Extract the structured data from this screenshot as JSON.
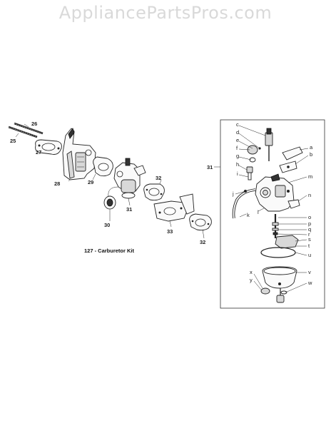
{
  "watermark": "AppliancePartsPros.com",
  "caption": "127 - Carburetor Kit",
  "callouts": {
    "p25": "25",
    "p26": "26",
    "p27": "27",
    "p28": "28",
    "p29": "29",
    "p30": "30",
    "p31": "31",
    "p31b": "31",
    "p32a": "32",
    "p32b": "32",
    "p33": "33",
    "a": "a",
    "b": "b",
    "c": "c",
    "d": "d",
    "e": "e",
    "f": "f",
    "g": "g",
    "h": "h",
    "i": "i",
    "j": "j",
    "k": "k",
    "l": "l",
    "m": "m",
    "n": "n",
    "o": "o",
    "p": "p",
    "q": "q",
    "r": "r",
    "s": "s",
    "t": "t",
    "u": "u",
    "v": "v",
    "w": "w",
    "x": "x",
    "y": "y"
  }
}
